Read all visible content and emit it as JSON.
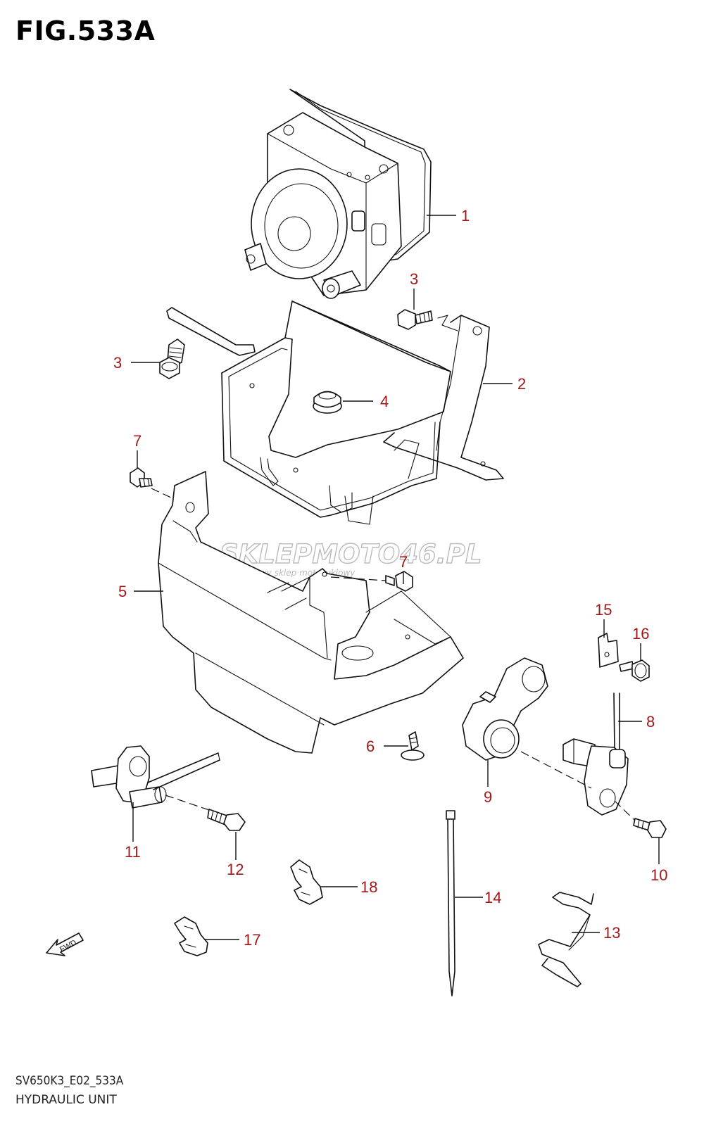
{
  "figure": {
    "title": "FIG.533A",
    "code": "SV650K3_E02_533A",
    "name": "HYDRAULIC UNIT"
  },
  "watermark": {
    "brand": "SKLEPMOTO46.PL",
    "tagline": "internetowy sklep motocyklowy"
  },
  "fwd_label": "FWD",
  "callouts": {
    "c1": "1",
    "c2": "2",
    "c3a": "3",
    "c3b": "3",
    "c4": "4",
    "c5": "5",
    "c6": "6",
    "c7a": "7",
    "c7b": "7",
    "c8": "8",
    "c9": "9",
    "c10": "10",
    "c11": "11",
    "c12": "12",
    "c13": "13",
    "c14": "14",
    "c15": "15",
    "c16": "16",
    "c17": "17",
    "c18": "18"
  },
  "colors": {
    "callout": "#a01818",
    "line": "#111111",
    "watermark": "#bbbbbb"
  }
}
